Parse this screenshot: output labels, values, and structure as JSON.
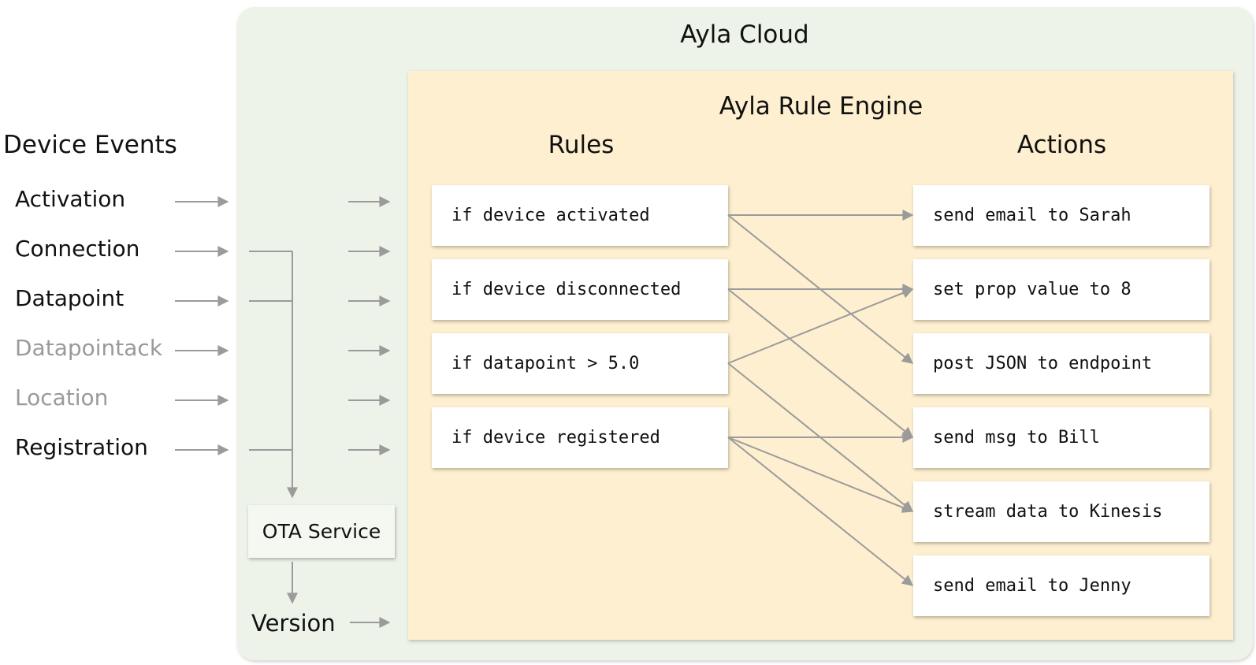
{
  "cloud": {
    "title": "Ayla Cloud"
  },
  "engine": {
    "title": "Ayla Rule Engine",
    "rules_heading": "Rules",
    "actions_heading": "Actions"
  },
  "events": {
    "heading": "Device Events",
    "items": [
      {
        "label": "Activation",
        "faded": false
      },
      {
        "label": "Connection",
        "faded": false
      },
      {
        "label": "Datapoint",
        "faded": false
      },
      {
        "label": "Datapointack",
        "faded": true
      },
      {
        "label": "Location",
        "faded": true
      },
      {
        "label": "Registration",
        "faded": false
      }
    ]
  },
  "rules": [
    "if device activated",
    "if device disconnected",
    "if datapoint > 5.0",
    "if device registered"
  ],
  "actions": [
    "send email to Sarah",
    "set prop value to 8",
    "post JSON to endpoint",
    "send msg to Bill",
    "stream data to Kinesis",
    "send email to Jenny"
  ],
  "ota": {
    "label": "OTA Service",
    "output": "Version"
  },
  "links": [
    [
      0,
      0
    ],
    [
      0,
      2
    ],
    [
      1,
      1
    ],
    [
      1,
      3
    ],
    [
      2,
      1
    ],
    [
      2,
      4
    ],
    [
      3,
      3
    ],
    [
      3,
      4
    ],
    [
      3,
      5
    ]
  ],
  "colors": {
    "cloud_bg": "#edf3e9",
    "engine_bg": "#fdefcf",
    "arrow": "#9b9b9b",
    "faded_text": "#9a9a9a"
  }
}
